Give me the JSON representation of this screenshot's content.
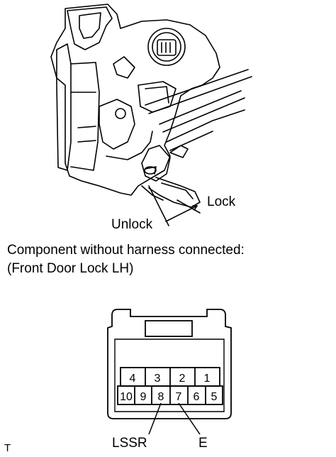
{
  "illustration": {
    "lock_label": "Lock",
    "unlock_label": "Unlock"
  },
  "caption": {
    "line1": "Component without harness connected:",
    "line2": "(Front Door Lock LH)"
  },
  "connector": {
    "top_row": [
      "4",
      "3",
      "2",
      "1"
    ],
    "bottom_row": [
      "10",
      "9",
      "8",
      "7",
      "6",
      "5"
    ],
    "pin_labels": [
      {
        "pin": "8",
        "name": "LSSR"
      },
      {
        "pin": "7",
        "name": "E"
      }
    ]
  },
  "corner_mark": "T"
}
